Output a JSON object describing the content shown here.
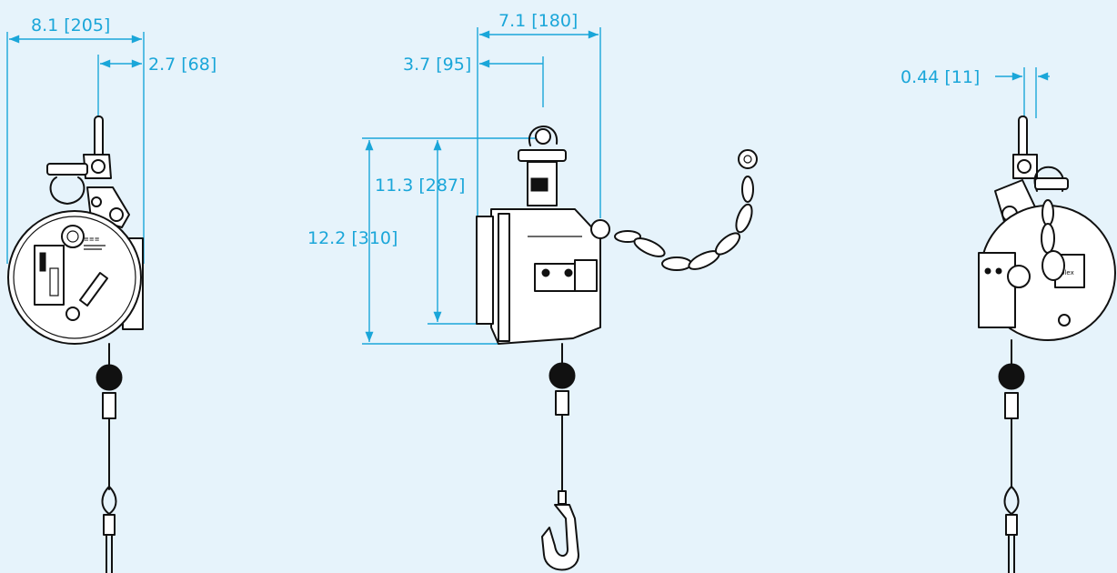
{
  "dimensions": {
    "front_overall_width": "8.1 [205]",
    "front_hook_offset": "2.7 [68]",
    "side_overall_depth": "7.1 [180]",
    "side_shackle_offset": "3.7 [95]",
    "height_body": "11.3 [287]",
    "height_overall": "12.2 [310]",
    "rear_cable_offset": "0.44 [11]"
  },
  "label_text": {
    "front_plate_mark": "≡≡≡",
    "rear_brand": "plex"
  },
  "colors": {
    "background": "#e6f3fb",
    "dimension": "#1aa6d9",
    "linework": "#111111"
  }
}
